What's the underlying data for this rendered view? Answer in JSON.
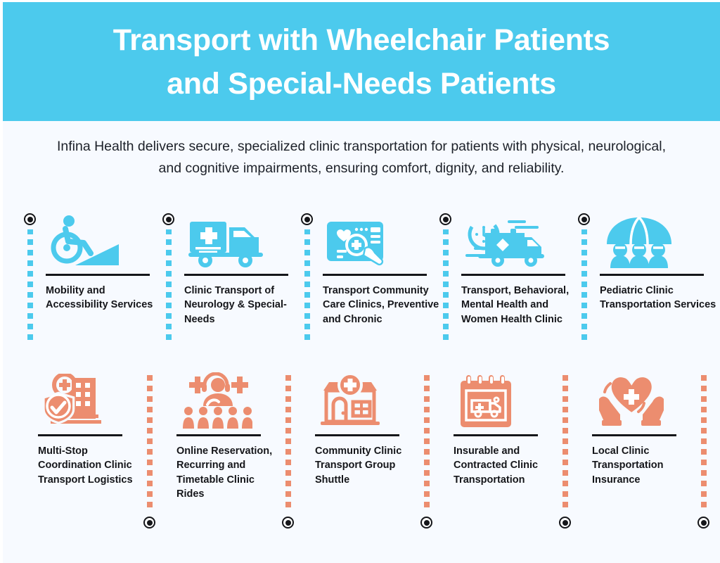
{
  "header": {
    "title_line1": "Transport with Wheelchair Patients",
    "title_line2": "and Special-Needs Patients",
    "background_color": "#4ccaed",
    "text_color": "#ffffff"
  },
  "subtitle": {
    "line1": "Infina Health delivers secure, specialized clinic transportation for patients with physical,",
    "line2": "neurological, and cognitive impairments, ensuring comfort, dignity, and reliability."
  },
  "colors": {
    "page_background": "#f7faff",
    "accent_cyan": "#4ccaed",
    "accent_coral": "#ec8d6f",
    "rule_black": "#15161a"
  },
  "rows": [
    {
      "id": "row-top",
      "accent": "#4ccaed",
      "rail_side": "left",
      "bullet_position": "top",
      "items": [
        {
          "icon": "wheelchair-ramp-icon",
          "label": "Mobility and Accessibility Services"
        },
        {
          "icon": "medical-delivery-truck-icon",
          "label": "Clinic Transport of Neurology & Special-Needs"
        },
        {
          "icon": "telehealth-card-tap-icon",
          "label": "Transport Community Care Clinics, Preventive and Chronic"
        },
        {
          "icon": "ambulance-clock-icon",
          "label": "Transport, Behavioral, Mental Health and Women Health Clinic"
        },
        {
          "icon": "umbrella-family-icon",
          "label": "Pediatric Clinic Transportation Services"
        }
      ]
    },
    {
      "id": "row-bottom",
      "accent": "#ec8d6f",
      "rail_side": "right",
      "bullet_position": "bottom",
      "items": [
        {
          "icon": "hospital-shield-check-icon",
          "label": "Multi-Stop Coordination Clinic Transport Logistics"
        },
        {
          "icon": "call-agent-group-icon",
          "label": "Online Reservation, Recurring and Timetable Clinic Rides"
        },
        {
          "icon": "clinic-building-icon",
          "label": "Community Clinic Transport Group Shuttle"
        },
        {
          "icon": "calendar-ambulance-icon",
          "label": "Insurable and Contracted Clinic Transportation"
        },
        {
          "icon": "heart-in-hands-icon",
          "label": "Local Clinic Transportation Insurance"
        }
      ]
    }
  ]
}
